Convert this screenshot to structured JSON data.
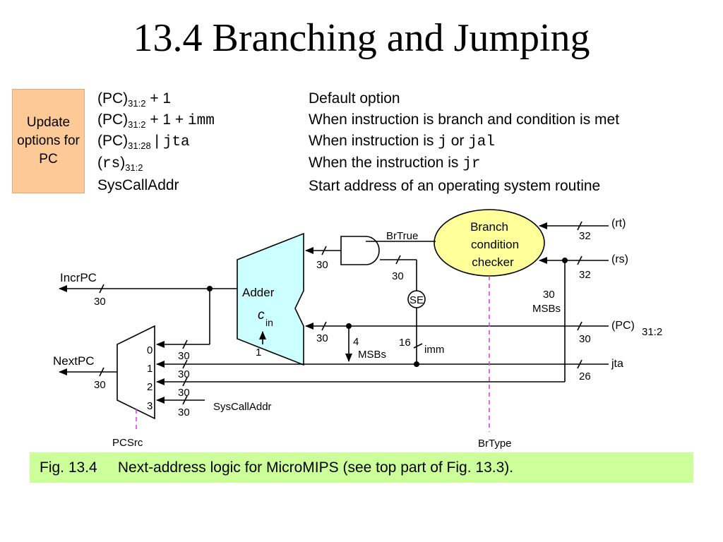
{
  "title": "13.4  Branching and Jumping",
  "update_box": {
    "label": "Update options for PC"
  },
  "options": [
    {
      "expr_main": "(PC)",
      "expr_sub": "31:2",
      "expr_tail": " + 1",
      "expr_mono": "",
      "desc_pre": "Default option",
      "desc_mono1": "",
      "desc_mid": "",
      "desc_mono2": ""
    },
    {
      "expr_main": "(PC)",
      "expr_sub": "31:2",
      "expr_tail": " + 1 + ",
      "expr_mono": "imm",
      "desc_pre": "When instruction is branch and condition is met",
      "desc_mono1": "",
      "desc_mid": "",
      "desc_mono2": ""
    },
    {
      "expr_main": "(PC)",
      "expr_sub": "31:28",
      "expr_tail": " | ",
      "expr_mono": "jta",
      "desc_pre": "When instruction is ",
      "desc_mono1": "j",
      "desc_mid": " or ",
      "desc_mono2": "jal"
    },
    {
      "expr_main": "(",
      "expr_mono_inner": "rs",
      "expr_close": ")",
      "expr_sub": "31:2",
      "desc_pre": "When the instruction is ",
      "desc_mono1": "jr"
    },
    {
      "expr_main": "SysCallAddr",
      "desc_pre": "Start address of an operating system routine"
    }
  ],
  "diagram": {
    "adder_label": "Adder",
    "cin_label": "c",
    "cin_sub": "in",
    "cin_value": "1",
    "incrpc_label": "IncrPC",
    "nextpc_label": "NextPC",
    "se_label": "SE",
    "branch_checker_label": [
      "Branch",
      "condition",
      "checker"
    ],
    "brtrue_label": "BrTrue",
    "imm_label": "imm",
    "syscalladdr_label": "SysCallAddr",
    "pcsrc_label": "PCSrc",
    "brtype_label": "BrType",
    "msbs4_label": [
      "4",
      "MSBs"
    ],
    "msbs30_label": [
      "30",
      "MSBs"
    ],
    "mux_inputs": [
      "0",
      "1",
      "2",
      "3"
    ],
    "inputs": {
      "rt": "(rt)",
      "rs": "(rs)",
      "pc": "(PC)",
      "pc_sub": "31:2",
      "jta": "jta"
    },
    "widths": {
      "rt": "32",
      "rs": "32",
      "pc": "30",
      "jta": "26",
      "incrpc": "30",
      "nextpc": "30",
      "adder_top": "30",
      "and_in": "30",
      "se_in": "16",
      "adder_pc": "30",
      "mux0": "30",
      "mux1": "30",
      "mux2": "30",
      "mux3": "30"
    }
  },
  "caption": "Fig. 13.4     Next-address logic for MicroMIPS (see top part of Fig. 13.3).",
  "colors": {
    "orange_box": "#fcc997",
    "adder_fill": "#ccffff",
    "checker_fill": "#ffff99",
    "caption_fill": "#ccff99",
    "control_line": "#e040e0"
  }
}
